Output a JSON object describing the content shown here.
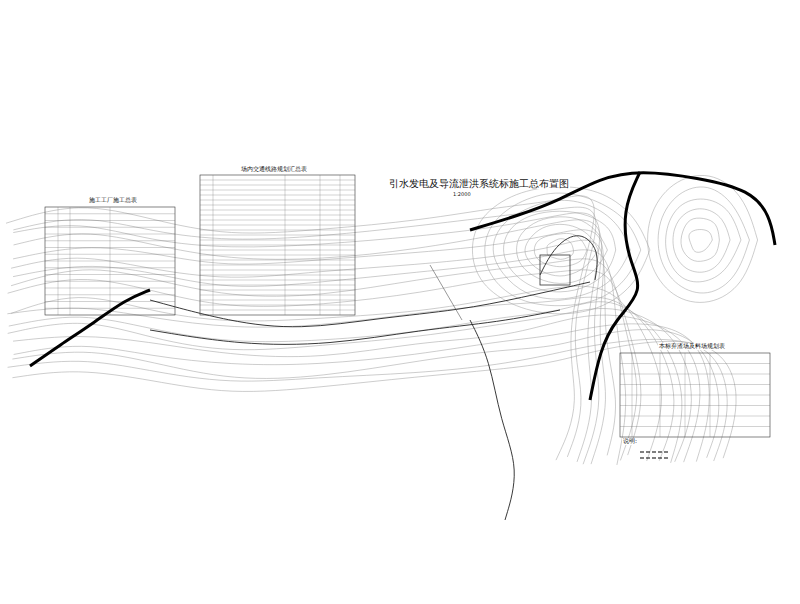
{
  "diagram": {
    "title": "引水发电及导流泄洪系统标施工总布置图",
    "labels": [
      "1:2000",
      "施工工厂施工总表",
      "场内交通线路规划汇总表",
      "本标弃渣场及料场规划表",
      "说明:"
    ]
  }
}
